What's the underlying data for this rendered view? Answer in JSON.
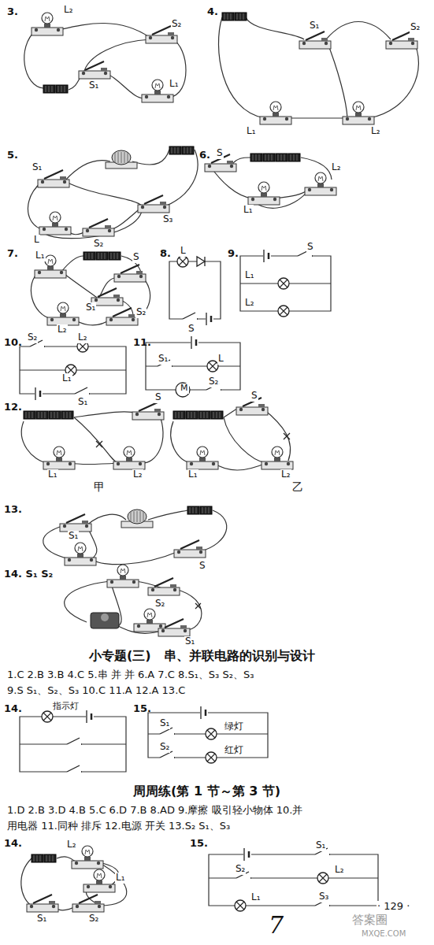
{
  "diagram": {
    "labels": [
      "3.",
      "L₂",
      "S₂",
      "S₁",
      "L₁",
      "4.",
      "S₁",
      "S₂",
      "L₁",
      "L₂",
      "5.",
      "S₁",
      "L",
      "S₂",
      "S₃",
      "6.",
      "S",
      "L₂",
      "L₁",
      "7.",
      "L₁",
      "S",
      "S₁",
      "S₂",
      "L₂",
      "8.",
      "L",
      "S",
      "9.",
      "S",
      "L₁",
      "L₂",
      "10.",
      "S₂",
      "L₂",
      "L₁",
      "S₁",
      "11.",
      "S₁",
      "L",
      "M",
      "S₂",
      "12.",
      "S",
      "L₁",
      "L₂",
      "甲",
      "S",
      "L₁",
      "L₂",
      "乙",
      "13.",
      "S₁",
      "S",
      "14. S₁  S₂",
      "S₂",
      "S₁",
      "小专题(三)　串、并联电路的识别与设计",
      "1.C  2.B  3.B  4.C  5.串  并  并  6.A  7.C  8.S₁、S₃  S₂、S₃",
      "9.S  S₁、S₂、S₃  10.C  11.A  12.A  13.C",
      "14.",
      "指示灯",
      "15.",
      "S₁",
      "绿灯",
      "S₂",
      "红灯",
      "周周练(第 1 节～第 3 节)",
      "1.D  2.B  3.D  4.B  5.C  6.D  7.B  8.AD  9.摩擦  吸引轻小物体  10.并",
      "用电器  11.同种  排斥  12.电源  开关  13.S₂  S₁、S₃",
      "14.",
      "L₂",
      "L₁",
      "S₁",
      "S₂",
      "15.",
      "S₁",
      "S₂",
      "L₂",
      "L₁",
      "S₃",
      "· 129 ·",
      "7",
      "答案圈",
      "MXQE.COM"
    ]
  }
}
